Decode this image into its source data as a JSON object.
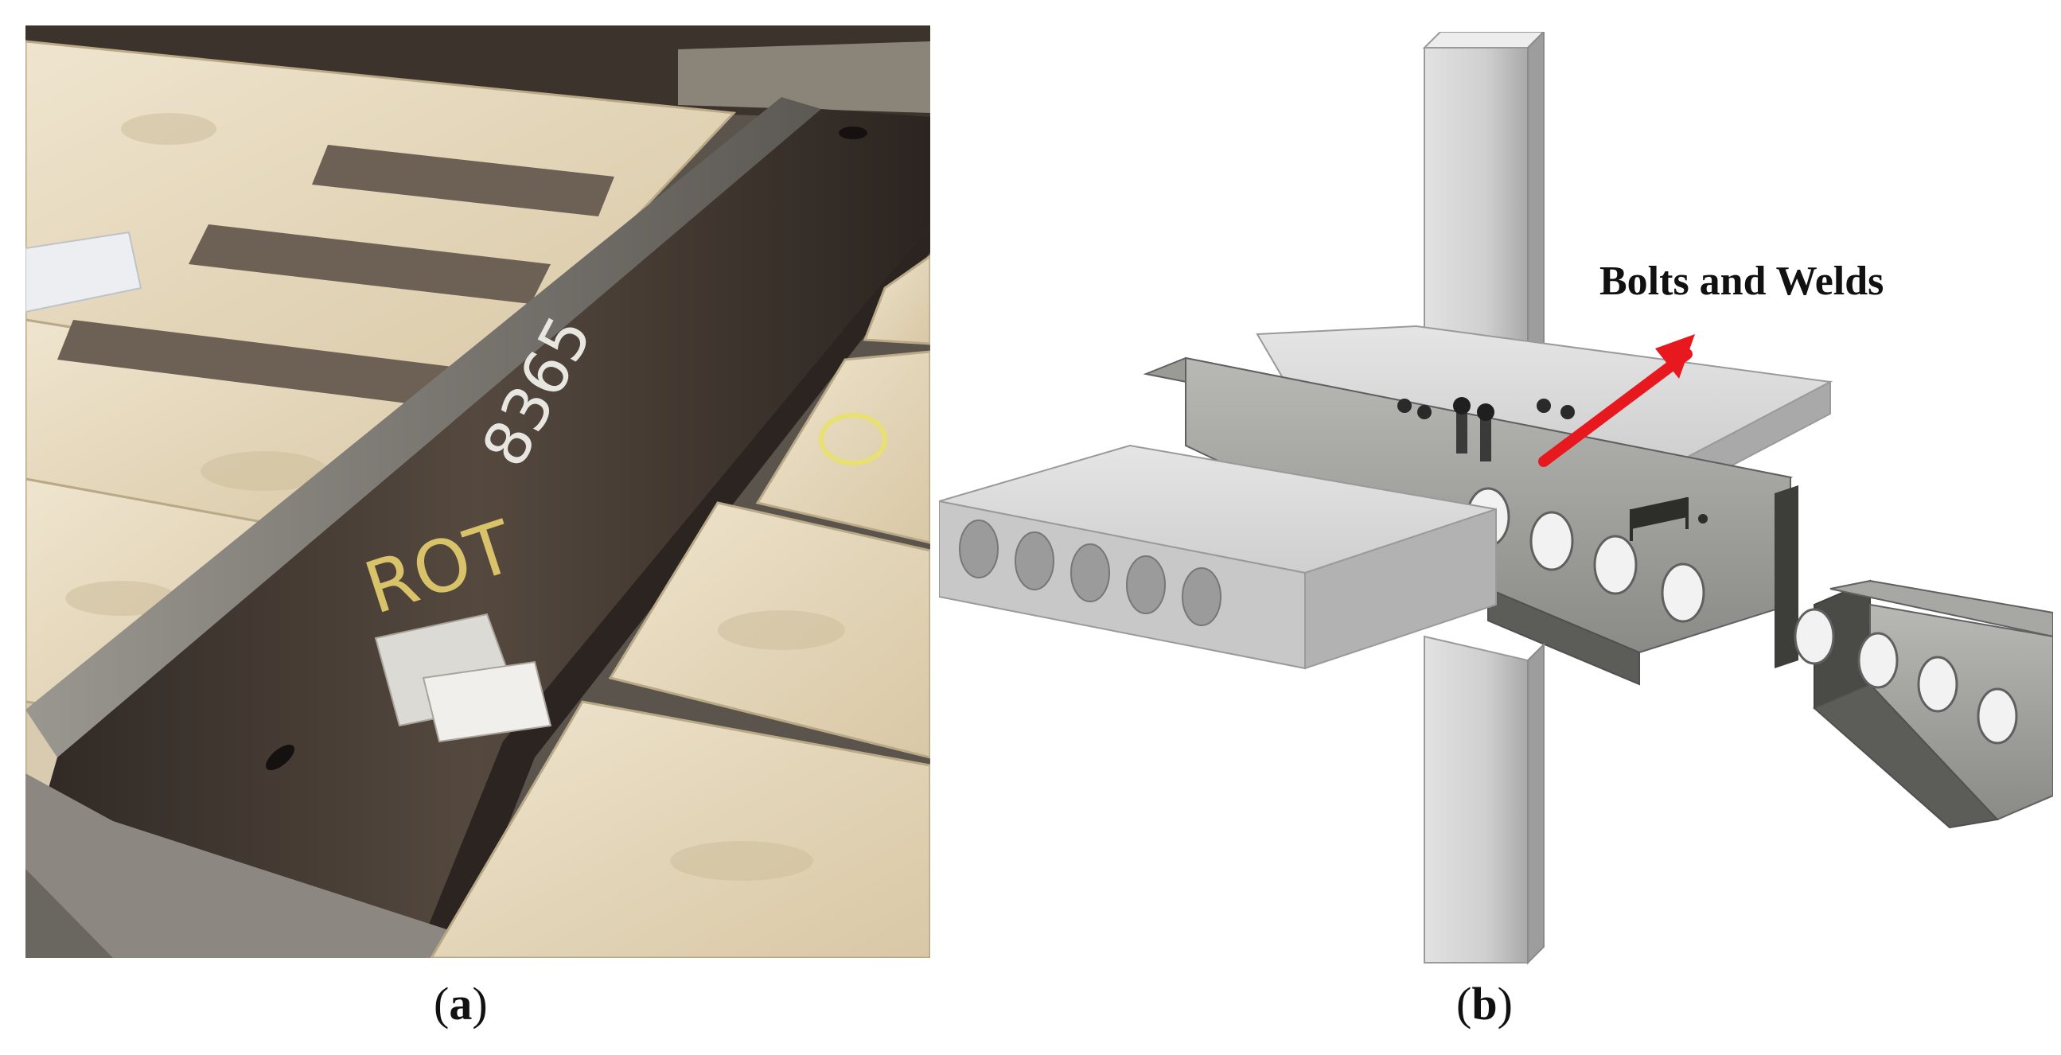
{
  "panels": [
    {
      "id": "a",
      "label": "a",
      "beam_marking": "8365",
      "chalk_marking": "ROT"
    },
    {
      "id": "b",
      "label": "b",
      "annotation": "Bolts and Welds"
    }
  ],
  "colors": {
    "plywood": "#e6dac2",
    "steel_beam": "#4a3f36",
    "concrete": "#d4d4d4",
    "steel_gray": "#7a7a78",
    "arrow": "#e8191e"
  }
}
